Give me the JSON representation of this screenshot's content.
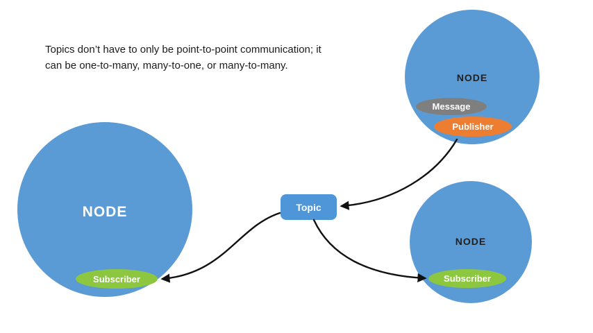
{
  "description": {
    "line1": "Topics don’t have to only be point-to-point communication; it",
    "line2": "can be one-to-many, many-to-one, or many-to-many."
  },
  "nodes": {
    "left": {
      "label": "NODE"
    },
    "top_right": {
      "label": "NODE"
    },
    "bottom_right": {
      "label": "NODE"
    }
  },
  "badges": {
    "subscriber_left": "Subscriber",
    "message": "Message",
    "publisher": "Publisher",
    "subscriber_bottom": "Subscriber"
  },
  "topic": {
    "label": "Topic"
  },
  "colors": {
    "node_blue": "#5b9bd5",
    "topic_blue": "#4f96d8",
    "green": "#8dc63f",
    "orange": "#ed7d31",
    "gray": "#7f7f7f",
    "arrow": "#111111"
  }
}
